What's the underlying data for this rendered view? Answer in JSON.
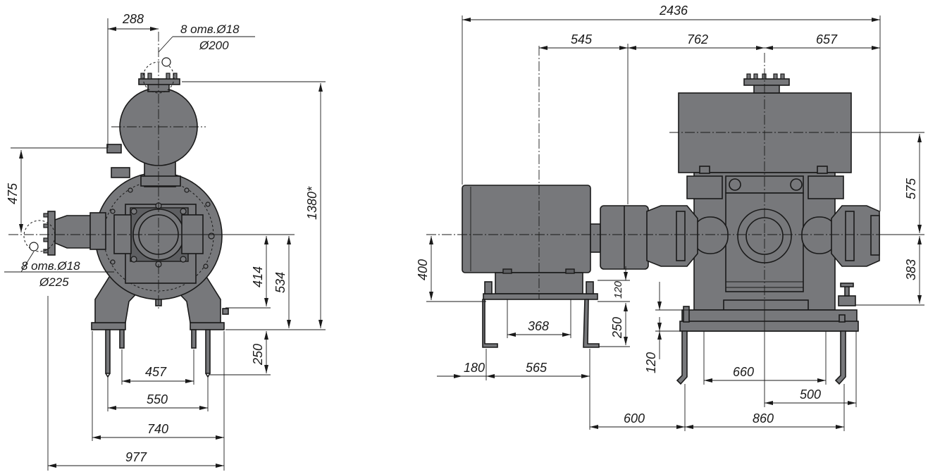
{
  "front_view": {
    "dims": {
      "d288": "288",
      "d475": "475",
      "d1380": "1380*",
      "d414": "414",
      "d534": "534",
      "d250": "250",
      "d457": "457",
      "d550": "550",
      "d740": "740",
      "d977": "977"
    },
    "notes": {
      "top_holes": "8 отв.Ø18",
      "top_diameter": "Ø200",
      "side_holes": "8 отв.Ø18",
      "side_diameter": "Ø225"
    }
  },
  "side_view": {
    "dims": {
      "d2436": "2436",
      "d545": "545",
      "d762": "762",
      "d657": "657",
      "d575": "575",
      "d383": "383",
      "d400": "400",
      "d368": "368",
      "d120a": "120",
      "d250": "250",
      "d120b": "120",
      "d180": "180",
      "d565": "565",
      "d660": "660",
      "d500": "500",
      "d600": "600",
      "d860": "860"
    }
  }
}
